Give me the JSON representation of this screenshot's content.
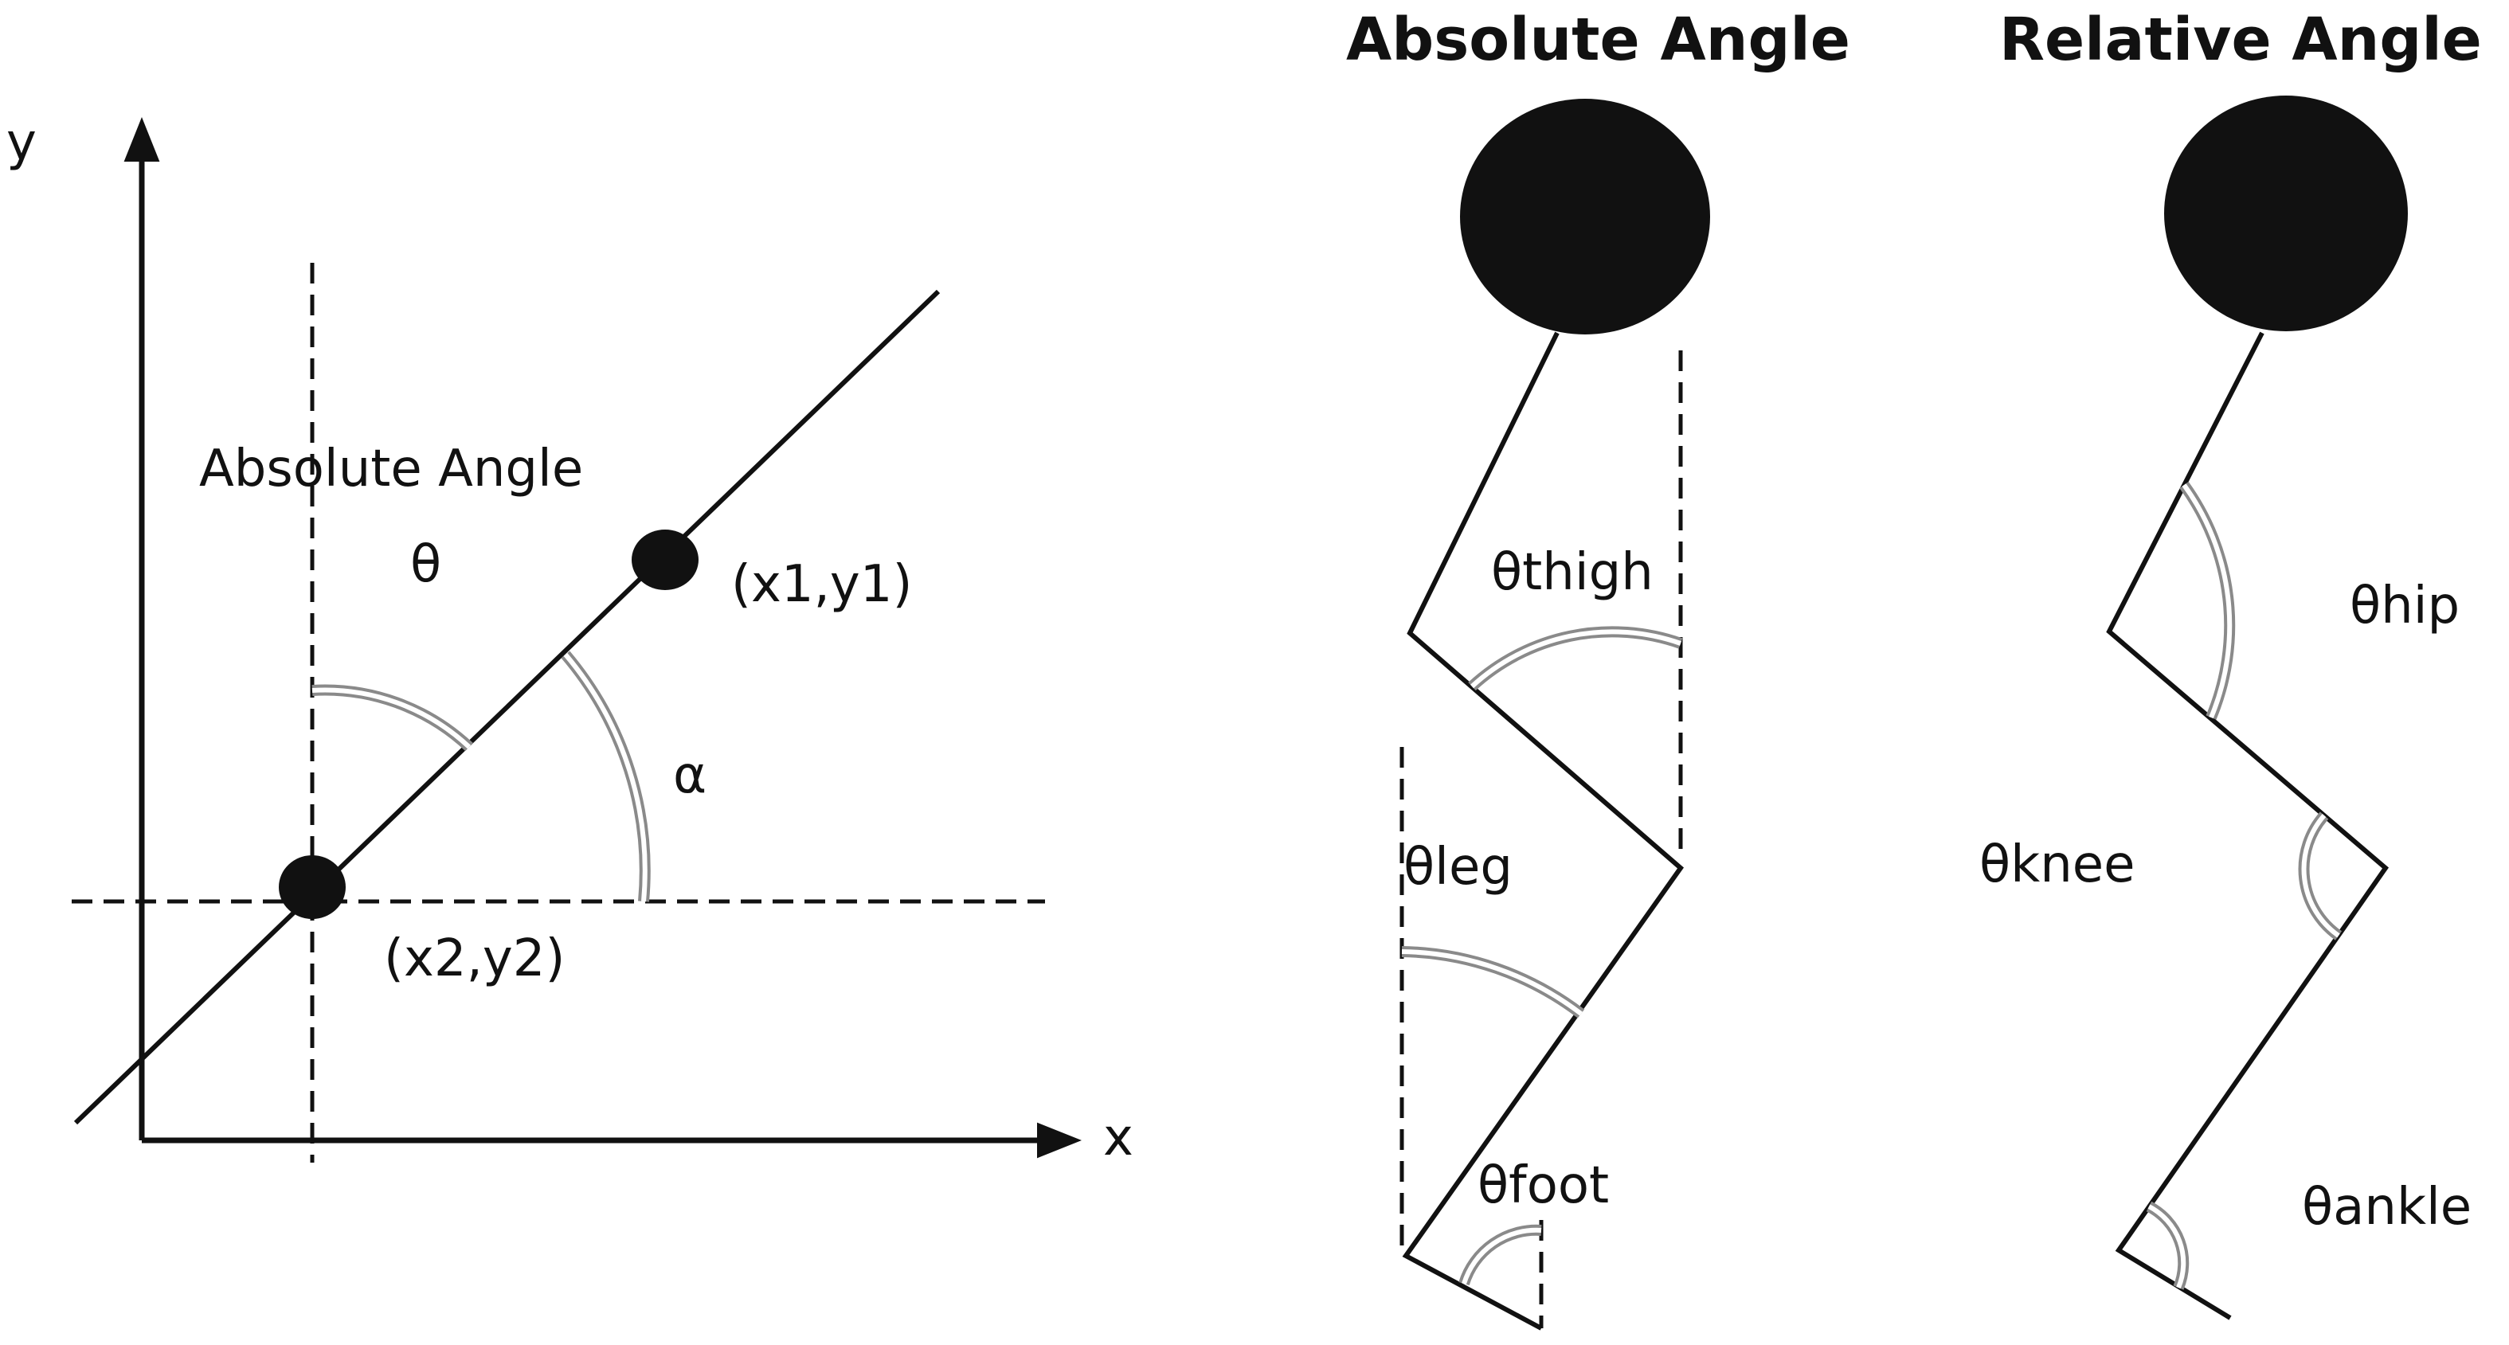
{
  "left_diagram": {
    "axis_y_label": "y",
    "axis_x_label": "x",
    "annotation": "Absolute Angle",
    "theta": "θ",
    "alpha": "α",
    "point1": "(x1,y1)",
    "point2": "(x2,y2)"
  },
  "absolute_panel": {
    "title": "Absolute Angle",
    "thigh": "θthigh",
    "leg": "θleg",
    "foot": "θfoot"
  },
  "relative_panel": {
    "title": "Relative Angle",
    "hip": "θhip",
    "knee": "θknee",
    "ankle": "θankle"
  },
  "colors": {
    "ink": "#111111",
    "arc_outline": "#8a8a8a",
    "background": "#ffffff"
  }
}
